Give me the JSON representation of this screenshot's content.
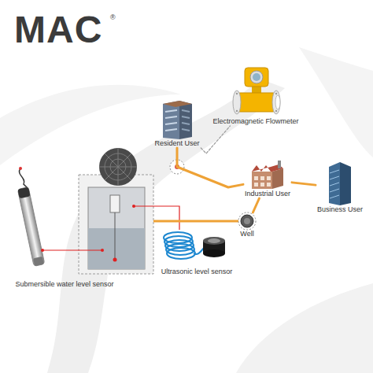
{
  "diagram": {
    "nodes": [
      {
        "text": [
          "Resident User"
        ]
      },
      {
        "text": [
          "Electromagnetic Flowmeter"
        ]
      },
      {
        "text": [
          "Industrial User"
        ]
      },
      {
        "text": [
          "Well"
        ]
      },
      {
        "text": [
          "Business User"
        ]
      },
      {
        "text": [
          "Ultrasonic level sensor"
        ]
      },
      {
        "text": [
          "Submersible water level sensor"
        ]
      }
    ],
    "edges": [
      {
        "from": 0,
        "to": 1,
        "arrow": "none"
      },
      {
        "from": 0,
        "to": 2,
        "arrow": "none"
      },
      {
        "from": 3,
        "to": 2,
        "arrow": "none"
      },
      {
        "from": 2,
        "to": 4,
        "arrow": "none"
      }
    ],
    "labels": [
      "MAC",
      "®"
    ]
  }
}
